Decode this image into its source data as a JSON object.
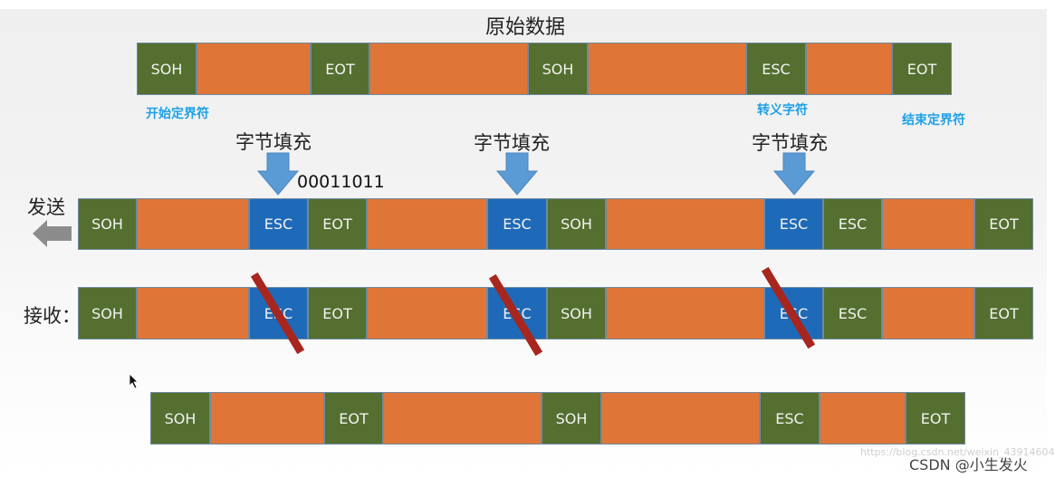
{
  "title": "原始数据",
  "colors": {
    "control": "#546f2f",
    "stuffed_esc": "#1f6ab8",
    "data": "#e07538",
    "annotation": "#1ea1e6",
    "strike": "#a7261e",
    "arrow_down": "#5b9bd5",
    "arrow_left": "#8c8c8c"
  },
  "original_frame": {
    "segments": [
      {
        "type": "ctrl",
        "label": "SOH"
      },
      {
        "type": "data",
        "label": ""
      },
      {
        "type": "ctrl",
        "label": "EOT"
      },
      {
        "type": "data",
        "label": ""
      },
      {
        "type": "ctrl",
        "label": "SOH"
      },
      {
        "type": "data",
        "label": ""
      },
      {
        "type": "ctrl",
        "label": "ESC"
      },
      {
        "type": "data",
        "label": ""
      },
      {
        "type": "ctrl",
        "label": "EOT"
      }
    ],
    "annotations": {
      "start": "开始定界符",
      "escape": "转义字符",
      "end": "结束定界符"
    }
  },
  "stuffing": {
    "label": "字节填充",
    "binary": "00011011"
  },
  "send_frame": {
    "label": "发送",
    "segments": [
      {
        "type": "ctrl",
        "label": "SOH"
      },
      {
        "type": "data",
        "label": ""
      },
      {
        "type": "esc-stuffed",
        "label": "ESC"
      },
      {
        "type": "ctrl",
        "label": "EOT"
      },
      {
        "type": "data",
        "label": ""
      },
      {
        "type": "esc-stuffed",
        "label": "ESC"
      },
      {
        "type": "ctrl",
        "label": "SOH"
      },
      {
        "type": "data",
        "label": ""
      },
      {
        "type": "esc-stuffed",
        "label": "ESC"
      },
      {
        "type": "ctrl",
        "label": "ESC"
      },
      {
        "type": "data",
        "label": ""
      },
      {
        "type": "ctrl",
        "label": "EOT"
      }
    ]
  },
  "receive_frame": {
    "label": "接收：",
    "segments": [
      {
        "type": "ctrl",
        "label": "SOH"
      },
      {
        "type": "data",
        "label": ""
      },
      {
        "type": "esc-stuffed",
        "label": "ESC",
        "struck": true
      },
      {
        "type": "ctrl",
        "label": "EOT"
      },
      {
        "type": "data",
        "label": ""
      },
      {
        "type": "esc-stuffed",
        "label": "ESC",
        "struck": true
      },
      {
        "type": "ctrl",
        "label": "SOH"
      },
      {
        "type": "data",
        "label": ""
      },
      {
        "type": "esc-stuffed",
        "label": "ESC",
        "struck": true
      },
      {
        "type": "ctrl",
        "label": "ESC"
      },
      {
        "type": "data",
        "label": ""
      },
      {
        "type": "ctrl",
        "label": "EOT"
      }
    ]
  },
  "restored_frame": {
    "segments": [
      {
        "type": "ctrl",
        "label": "SOH"
      },
      {
        "type": "data",
        "label": ""
      },
      {
        "type": "ctrl",
        "label": "EOT"
      },
      {
        "type": "data",
        "label": ""
      },
      {
        "type": "ctrl",
        "label": "SOH"
      },
      {
        "type": "data",
        "label": ""
      },
      {
        "type": "ctrl",
        "label": "ESC"
      },
      {
        "type": "data",
        "label": ""
      },
      {
        "type": "ctrl",
        "label": "EOT"
      }
    ]
  },
  "watermark": {
    "url": "https://blog.csdn.net/weixin_43914604",
    "text": "CSDN @小生发火"
  }
}
